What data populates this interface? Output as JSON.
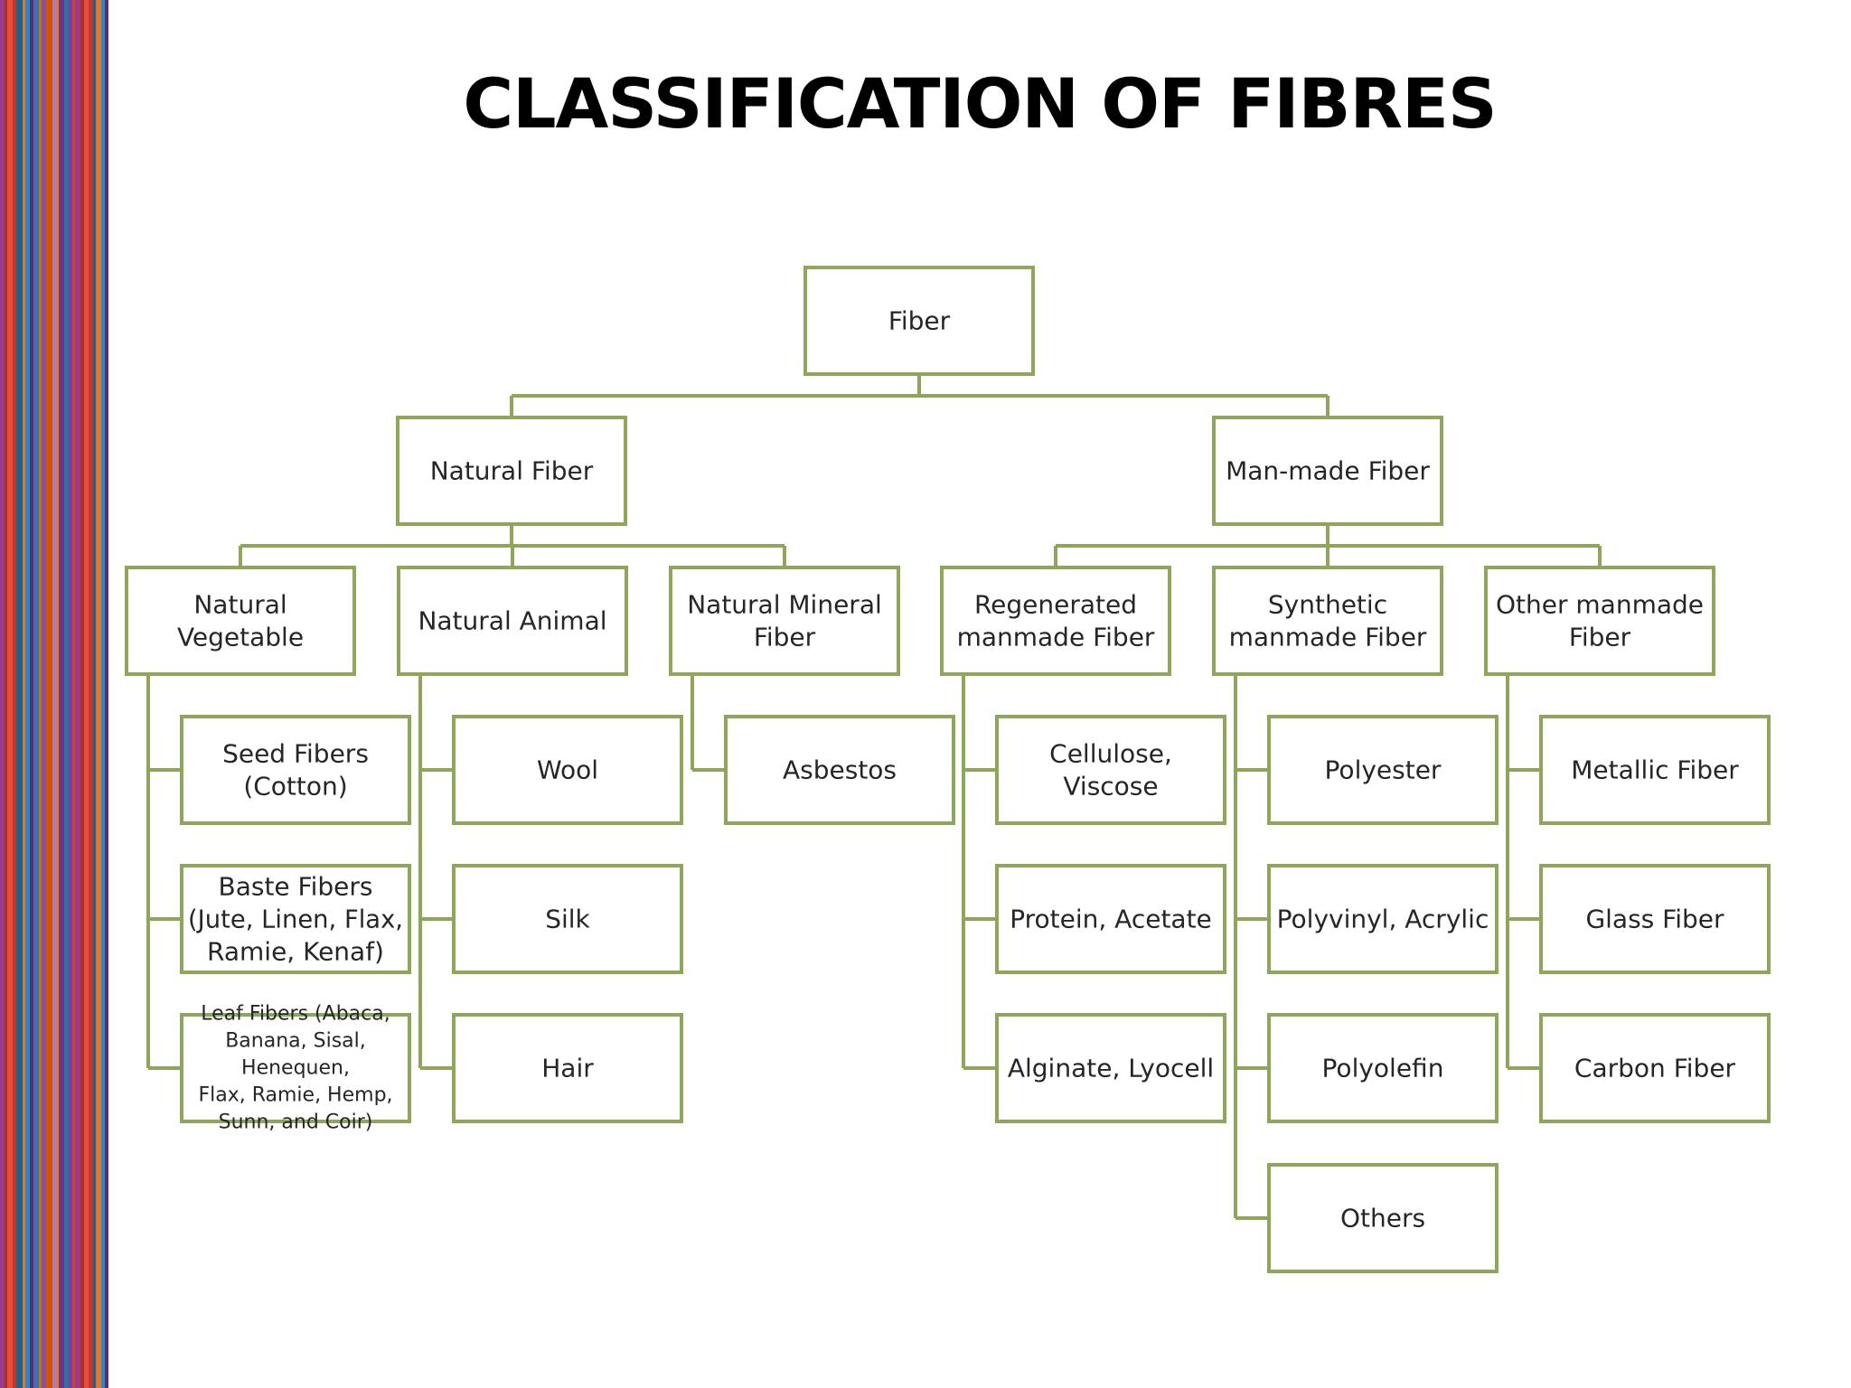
{
  "title": "CLASSIFICATION OF FIBRES",
  "colors": {
    "box_border": "#8ea65a",
    "text": "#262626",
    "title": "#000000"
  },
  "diagram": {
    "root": {
      "lines": [
        "Fiber"
      ]
    },
    "categories": [
      {
        "lines": [
          "Natural Fiber"
        ]
      },
      {
        "lines": [
          "Man-made Fiber"
        ]
      }
    ],
    "subcategories": [
      {
        "lines": [
          "Natural",
          "Vegetable"
        ],
        "children": [
          {
            "lines": [
              "Seed Fibers",
              "(Cotton)"
            ]
          },
          {
            "lines": [
              "Baste Fibers",
              "(Jute, Linen, Flax,",
              "Ramie, Kenaf)"
            ]
          },
          {
            "lines": [
              "Leaf Fibers (Abaca,",
              "Banana, Sisal,",
              "Henequen,",
              "Flax, Ramie, Hemp,",
              "Sunn, and Coir)"
            ]
          }
        ]
      },
      {
        "lines": [
          "Natural Animal"
        ],
        "children": [
          {
            "lines": [
              "Wool"
            ]
          },
          {
            "lines": [
              "Silk"
            ]
          },
          {
            "lines": [
              "Hair"
            ]
          }
        ]
      },
      {
        "lines": [
          "Natural Mineral",
          "Fiber"
        ],
        "children": [
          {
            "lines": [
              "Asbestos"
            ]
          }
        ]
      },
      {
        "lines": [
          "Regenerated",
          "manmade Fiber"
        ],
        "children": [
          {
            "lines": [
              "Cellulose,",
              "Viscose"
            ]
          },
          {
            "lines": [
              "Protein, Acetate"
            ]
          },
          {
            "lines": [
              "Alginate, Lyocell"
            ]
          }
        ]
      },
      {
        "lines": [
          "Synthetic",
          "manmade Fiber"
        ],
        "children": [
          {
            "lines": [
              "Polyester"
            ]
          },
          {
            "lines": [
              "Polyvinyl, Acrylic"
            ]
          },
          {
            "lines": [
              "Polyolefin"
            ]
          },
          {
            "lines": [
              "Others"
            ]
          }
        ]
      },
      {
        "lines": [
          "Other manmade",
          "Fiber"
        ],
        "children": [
          {
            "lines": [
              "Metallic Fiber"
            ]
          },
          {
            "lines": [
              "Glass Fiber"
            ]
          },
          {
            "lines": [
              "Carbon Fiber"
            ]
          }
        ]
      }
    ]
  }
}
